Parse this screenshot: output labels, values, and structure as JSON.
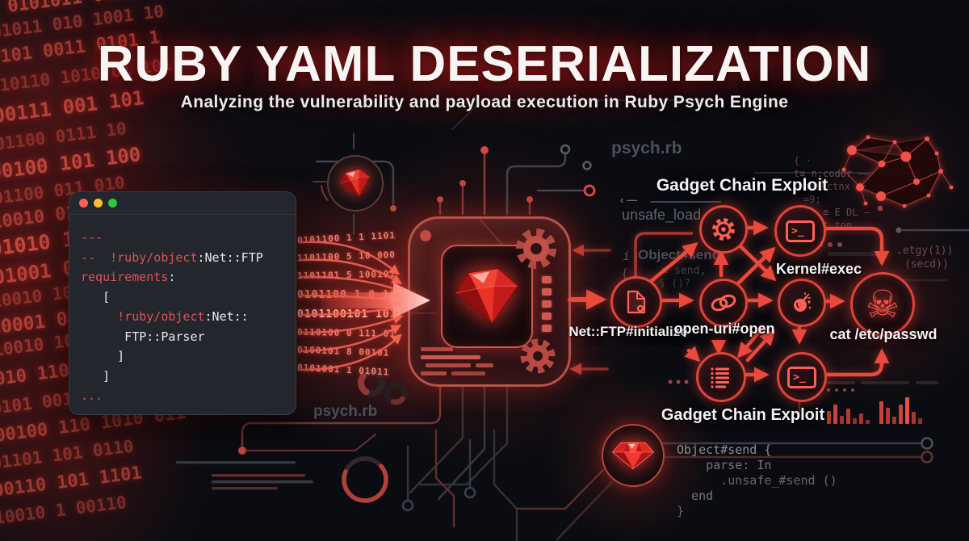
{
  "header": {
    "title": "RUBY YAML DESERIALIZATION",
    "subtitle": "Analyzing the vulnerability and payload execution in Ruby Psych Engine"
  },
  "colors": {
    "accent_red": "#e8463c",
    "bright_red": "#ff5348",
    "background": "#0a0c11",
    "binary_red": "#cb4a40",
    "label_white": "#f4f2f2",
    "faded_gray": "#565b64",
    "terminal_bg": "#24262d"
  },
  "glyphs": {
    "skull": "☠",
    "prompt": ">_",
    "back_arrow": "‹ —"
  },
  "terminal_window": {
    "code_lines": [
      {
        "red": "---",
        "white": ""
      },
      {
        "red": "--  !ruby/object",
        "white": ":Net::FTP"
      },
      {
        "red": "requirements",
        "white": ":"
      },
      {
        "red": "",
        "white": "   ["
      },
      {
        "red": "     !ruby/object",
        "white": ":Net::"
      },
      {
        "red": "",
        "white": "      FTP::Parser"
      },
      {
        "red": "",
        "white": "     ]"
      },
      {
        "red": "",
        "white": "   ]"
      },
      {
        "red": "...",
        "white": ""
      }
    ]
  },
  "binary_columns": {
    "rows": [
      "0101011 01010 1001",
      "01011 010 1001 10",
      "0101 0011 0101 1",
      "10110 1010 01 101",
      "00111 001 101",
      "01100 0111 10",
      "00100 101 100",
      "01100 011 010",
      "10010 010 0101",
      "01010 101 011",
      "01001 011 101",
      "10010 101 110",
      "00001 010 001",
      "10010 101 100",
      "010 110110 1010 110",
      "0101 0011 0 1011 101",
      "00100 110 1010 011",
      "01101 101 0110",
      "00110 101 1101",
      "10010 1 00110"
    ]
  },
  "data_streams": {
    "rows": [
      "0101100 1 1 1101 0",
      "1101100 5 10 000",
      "1101101 5 100101",
      "0101100 1 0 1010",
      "0101100101 101011",
      "0110100 0 111 01",
      "0100101 8 00101",
      "0101001 1 01011"
    ]
  },
  "flow_diagram": {
    "labels": {
      "gadget_chain_top": "Gadget Chain Exploit",
      "kernel_exec": "Kernel#exec",
      "net_ftp_initialize": "Net::FTP#initialize",
      "open_uri_open": "open-uri#open",
      "cat_etc_passwd": "cat /etc/passwd",
      "gadget_chain_bottom": "Gadget Chain Exploit",
      "unsafe_load": "unsafe_load"
    },
    "nodes": [
      {
        "id": "payload-file",
        "icon": "file-gear-icon"
      },
      {
        "id": "gear",
        "icon": "gear-icon"
      },
      {
        "id": "shell-top",
        "icon": "terminal-icon"
      },
      {
        "id": "chain",
        "icon": "chain-icon"
      },
      {
        "id": "malware",
        "icon": "bomb-icon"
      },
      {
        "id": "pwned",
        "icon": "skull-crossbones-icon"
      },
      {
        "id": "registry",
        "icon": "list-icon"
      },
      {
        "id": "shell-bottom",
        "icon": "terminal-icon"
      }
    ]
  },
  "watermarks": {
    "psych_rb_top": "psych.rb",
    "psych_rb_bottom": "psych.rb",
    "object_send_line1": "Object#send",
    "object_send_line2": "   ≡ send,",
    "object_send_line3": "  § ()?",
    "brace": "{",
    "italic_i": "i",
    "etgy_line1": ".etgy(1))",
    "etgy_line2": "(secd))",
    "deco_code_lines": [
      "{ ·",
      "t≡ n:codor ——",
      "sessctnx  ·",
      "=9;",
      "l —— ≡ E DL —",
      "renort ton"
    ]
  },
  "exploit_snippet": {
    "lines": [
      "Object#send {",
      "    parse: In",
      "      .unsafe_#send ()",
      "  end",
      "}"
    ]
  }
}
